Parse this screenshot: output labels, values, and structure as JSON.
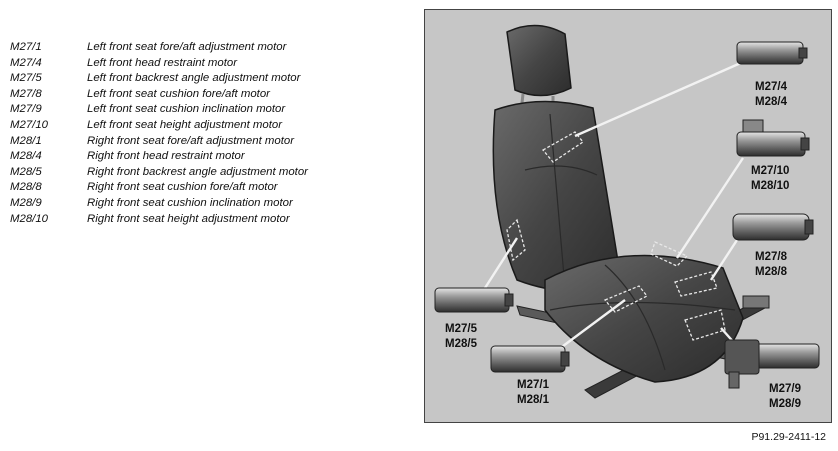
{
  "legend": [
    {
      "code": "M27/1",
      "desc": "Left front seat fore/aft adjustment motor"
    },
    {
      "code": "M27/4",
      "desc": "Left front head restraint motor"
    },
    {
      "code": "M27/5",
      "desc": "Left front backrest angle adjustment motor"
    },
    {
      "code": "M27/8",
      "desc": "Left front seat cushion fore/aft motor"
    },
    {
      "code": "M27/9",
      "desc": "Left front seat cushion inclination motor"
    },
    {
      "code": "M27/10",
      "desc": "Left front seat height adjustment motor"
    },
    {
      "code": "M28/1",
      "desc": "Right front seat fore/aft adjustment motor"
    },
    {
      "code": "M28/4",
      "desc": "Right front head restraint motor"
    },
    {
      "code": "M28/5",
      "desc": "Right front backrest angle adjustment motor"
    },
    {
      "code": "M28/8",
      "desc": "Right front seat cushion fore/aft motor"
    },
    {
      "code": "M28/9",
      "desc": "Right front seat cushion inclination motor"
    },
    {
      "code": "M28/10",
      "desc": "Right front seat height adjustment motor"
    }
  ],
  "callouts": {
    "head_restraint": [
      "M27/4",
      "M28/4"
    ],
    "seat_height": [
      "M27/10",
      "M28/10"
    ],
    "cushion_fore_aft": [
      "M27/8",
      "M28/8"
    ],
    "backrest_angle": [
      "M27/5",
      "M28/5"
    ],
    "seat_fore_aft": [
      "M27/1",
      "M28/1"
    ],
    "cushion_inclination": [
      "M27/9",
      "M28/9"
    ]
  },
  "figure_ref": "P91.29-2411-12",
  "colors": {
    "figure_bg": "#c6c6c6",
    "seat_leather": "#4a4a4a",
    "motor_metal": "#9a9a9a"
  }
}
